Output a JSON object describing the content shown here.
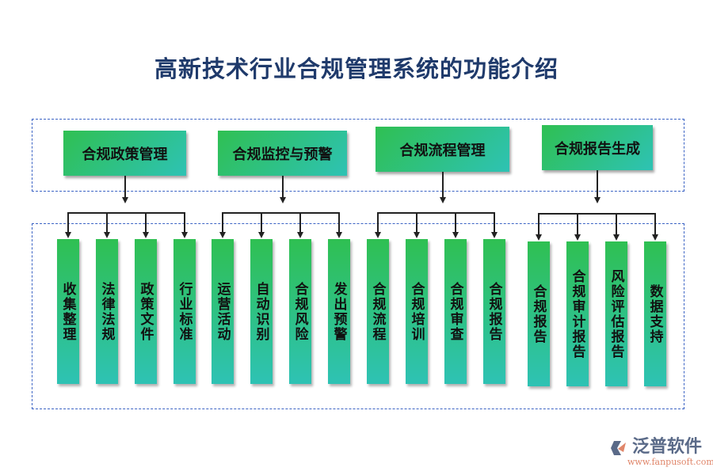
{
  "title": "高新技术行业合规管理系统的功能介绍",
  "groups": [
    {
      "label": "合规政策管理",
      "children": [
        "收集整理",
        "法律法规",
        "政策文件",
        "行业标准"
      ]
    },
    {
      "label": "合规监控与预警",
      "children": [
        "运营活动",
        "自动识别",
        "合规风险",
        "发出预警"
      ]
    },
    {
      "label": "合规流程管理",
      "children": [
        "合规流程",
        "合规培训",
        "合规审查",
        "合规报告"
      ]
    },
    {
      "label": "合规报告生成",
      "children": [
        "合规报告",
        "合规审计报告",
        "风险评估报告",
        "数据支持"
      ]
    }
  ],
  "colors": {
    "box_gradient_start": "#2fc052",
    "box_gradient_end": "#2ec2b4",
    "title": "#1f3a6b",
    "dashed_border": "#3b63c4"
  },
  "logo": {
    "name": "泛普软件",
    "url": "www.fanpusoft.com"
  }
}
